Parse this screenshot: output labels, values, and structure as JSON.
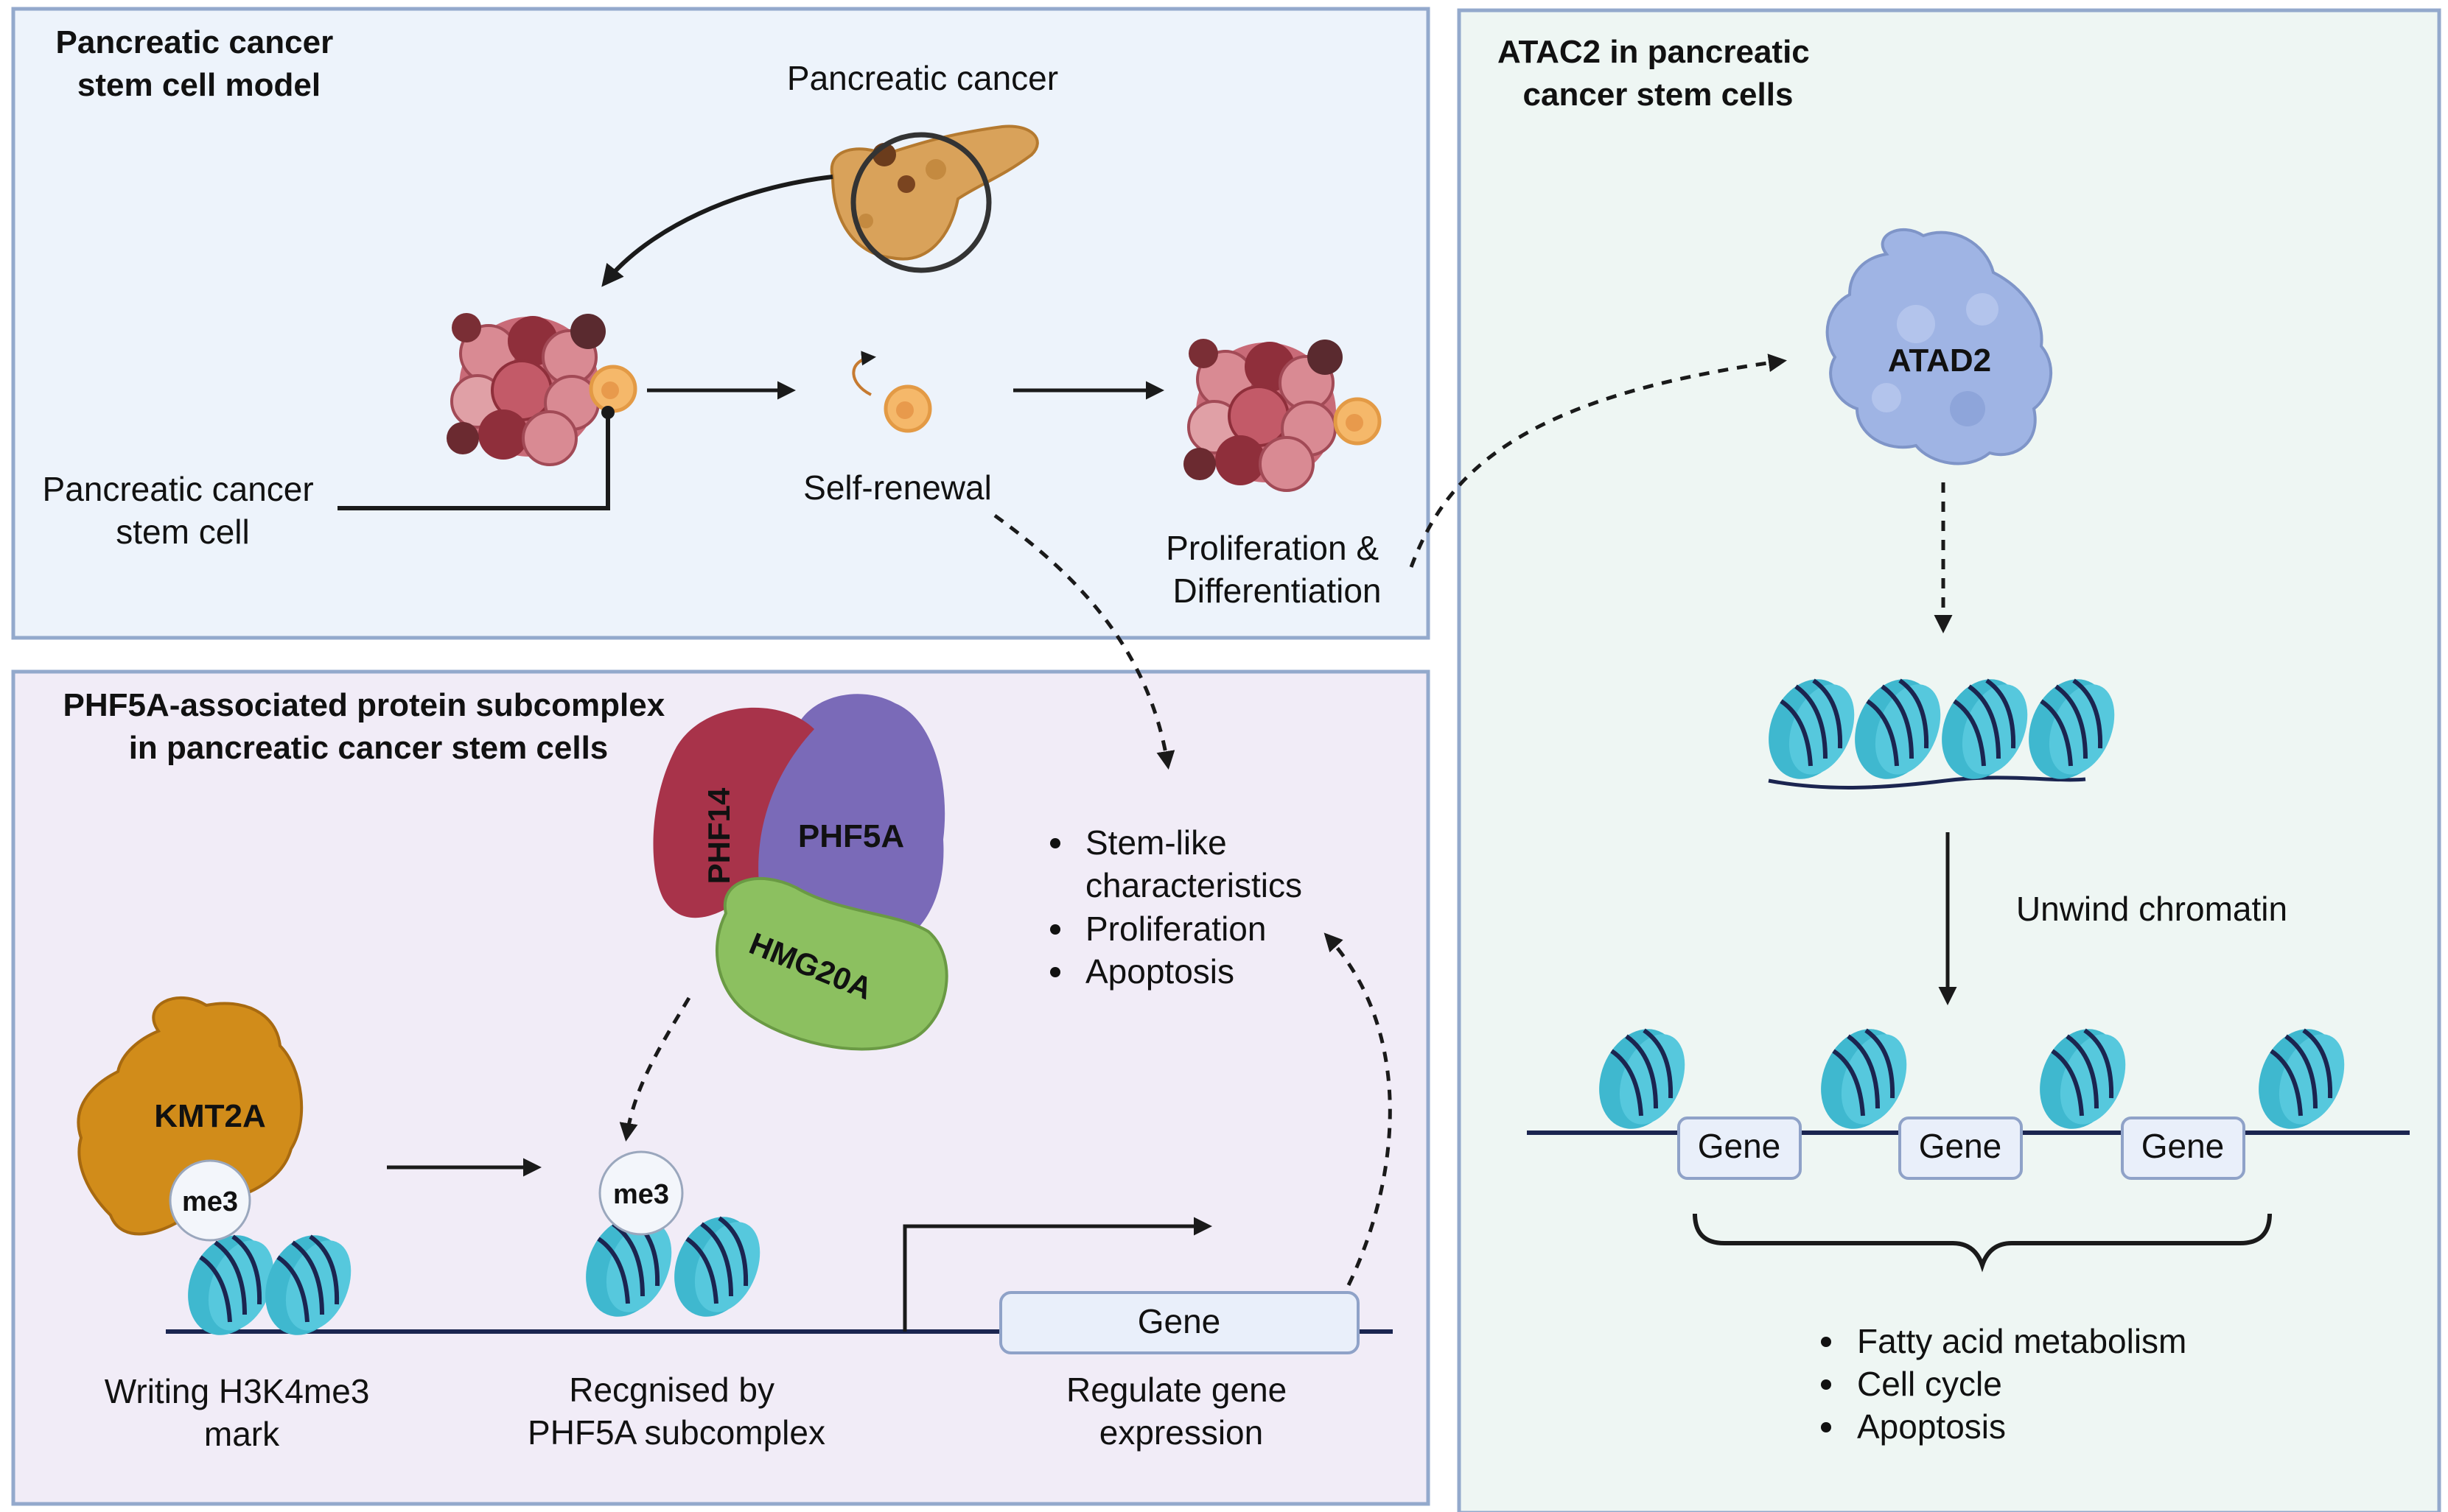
{
  "panels": {
    "top_left": {
      "title_line1": "Pancreatic cancer",
      "title_line2": "stem cell model",
      "organ_label": "Pancreatic cancer",
      "csc_label_line1": "Pancreatic cancer",
      "csc_label_line2": "stem cell",
      "self_renewal_label": "Self-renewal",
      "prolif_label_line1": "Proliferation &",
      "prolif_label_line2": "Differentiation"
    },
    "bottom_left": {
      "title_line1": "PHF5A-associated protein subcomplex",
      "title_line2": "in pancreatic cancer stem cells",
      "phf14_label": "PHF14",
      "phf5a_label": "PHF5A",
      "hmg20a_label": "HMG20A",
      "kmt2a_label": "KMT2A",
      "me3_label": "me3",
      "gene_label": "Gene",
      "bullets": [
        "Stem-like",
        "characteristics",
        "Proliferation",
        "Apoptosis"
      ],
      "writing_line1": "Writing H3K4me3",
      "writing_line2": "mark",
      "recognised_line1": "Recgnised by",
      "recognised_line2": "PHF5A subcomplex",
      "regulate_line1": "Regulate gene",
      "regulate_line2": "expression"
    },
    "right": {
      "title_line1": "ATAC2 in pancreatic",
      "title_line2": "cancer stem cells",
      "atad2_label": "ATAD2",
      "unwind_label": "Unwind chromatin",
      "gene_labels": [
        "Gene",
        "Gene",
        "Gene"
      ],
      "bullets": [
        "Fatty acid metabolism",
        "Cell cycle",
        "Apoptosis"
      ]
    }
  },
  "colors": {
    "top_left_bg": "#edf3fb",
    "bottom_left_bg": "#f1ecf7",
    "right_bg": "#eef6f3",
    "panel_border": "#93a9cc",
    "nucleosome": "#3fb8cf",
    "dna": "#1b2550",
    "atad2": "#9fb4e4",
    "kmt2a": "#d18c1a",
    "phf14": "#a8334a",
    "phf5a": "#7a6ab8",
    "hmg20a": "#8cc060",
    "tumor": "#c96b78",
    "stem_cell": "#f5b86a",
    "gene_box": "#e9effa"
  }
}
